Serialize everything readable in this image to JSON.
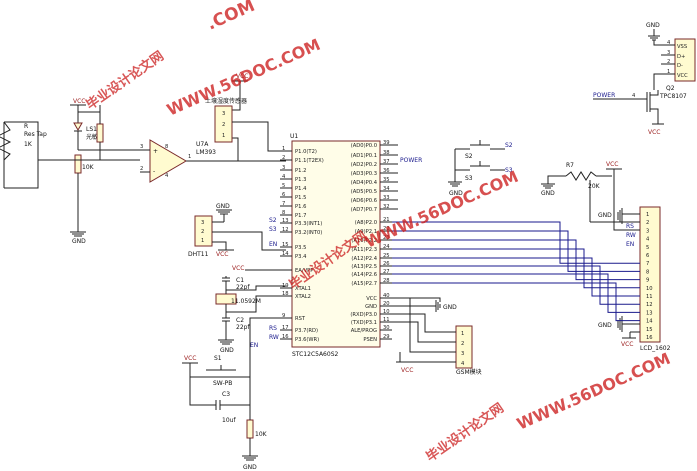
{
  "watermarks": {
    "site": "WWW.56DOC.COM",
    "cn": "毕业设计论文网",
    "top_right": ".COM",
    "top_left_cn": "毕业设计论文网"
  },
  "mcu": {
    "ref": "U1",
    "part": "STC12C5A60S2",
    "left_pins": [
      {
        "num": "1",
        "name": "P1.0(T2)"
      },
      {
        "num": "2",
        "name": "P1.1(T2EX)"
      },
      {
        "num": "3",
        "name": "P1.2"
      },
      {
        "num": "4",
        "name": "P1.3"
      },
      {
        "num": "5",
        "name": "P1.4"
      },
      {
        "num": "6",
        "name": "P1.5"
      },
      {
        "num": "7",
        "name": "P1.6"
      },
      {
        "num": "8",
        "name": "P1.7"
      },
      {
        "num": "13",
        "name": "P3.3(INT1)"
      },
      {
        "num": "12",
        "name": "P3.2(INT0)"
      },
      {
        "num": "15",
        "name": "P3.5"
      },
      {
        "num": "14",
        "name": "P3.4"
      },
      {
        "num": "",
        "name": "EA/VPP"
      },
      {
        "num": "19",
        "name": "XTAL1"
      },
      {
        "num": "18",
        "name": "XTAL2"
      },
      {
        "num": "9",
        "name": "RST"
      },
      {
        "num": "17",
        "name": "P3.7(RD)"
      },
      {
        "num": "16",
        "name": "P3.6(WR)"
      }
    ],
    "right_pins": [
      {
        "num": "39",
        "name": "(AD0)P0.0"
      },
      {
        "num": "38",
        "name": "(AD1)P0.1"
      },
      {
        "num": "37",
        "name": "(AD2)P0.2"
      },
      {
        "num": "36",
        "name": "(AD3)P0.3"
      },
      {
        "num": "35",
        "name": "(AD4)P0.4"
      },
      {
        "num": "34",
        "name": "(AD5)P0.5"
      },
      {
        "num": "33",
        "name": "(AD6)P0.6"
      },
      {
        "num": "32",
        "name": "(AD7)P0.7"
      },
      {
        "num": "21",
        "name": "(A8)P2.0"
      },
      {
        "num": "22",
        "name": "(A9)P2.1"
      },
      {
        "num": "23",
        "name": "(A10)P2.2"
      },
      {
        "num": "24",
        "name": "(A11)P2.3"
      },
      {
        "num": "25",
        "name": "(A12)P2.4"
      },
      {
        "num": "26",
        "name": "(A13)P2.5"
      },
      {
        "num": "27",
        "name": "(A14)P2.6"
      },
      {
        "num": "28",
        "name": "(A15)P2.7"
      },
      {
        "num": "40",
        "name": "VCC"
      },
      {
        "num": "20",
        "name": "GND"
      },
      {
        "num": "10",
        "name": "(RXD)P3.0"
      },
      {
        "num": "11",
        "name": "(TXD)P3.1"
      },
      {
        "num": "30",
        "name": "ALE/PROG"
      },
      {
        "num": "29",
        "name": "PSEN"
      }
    ]
  },
  "nets": {
    "vcc": "VCC",
    "gnd": "GND",
    "power": "POWER",
    "en": "EN",
    "rs": "RS",
    "rw": "RW",
    "e": "EN",
    "s2": "S2",
    "s3": "S3"
  },
  "sensor": {
    "soil_label": "土壤湿度传感器",
    "soil_pins": [
      "3",
      "2",
      "1"
    ],
    "comparator_ref": "U7A",
    "comparator_part": "LM393",
    "comp_pins": {
      "plus": "3",
      "minus": "2",
      "out": "1",
      "pwr": "8",
      "gnd": "4"
    }
  },
  "ldr": {
    "r_ref": "R",
    "r_part": "Res Tap",
    "r_val": "1K",
    "ls_ref": "LS1",
    "ls_label": "光敏",
    "r10k": "10K"
  },
  "dht": {
    "ref": "DHT11",
    "pins": [
      "3",
      "2",
      "1"
    ]
  },
  "crystal": {
    "c1_ref": "C1",
    "c1_val": "22pf",
    "c2_ref": "C2",
    "c2_val": "22pf",
    "freq": "11.0592M"
  },
  "reset": {
    "s1_ref": "S1",
    "s1_part": "SW-PB",
    "c3_ref": "C3",
    "c3_val": "10uf",
    "r_val": "10K"
  },
  "keys": {
    "s2": "S2",
    "s3": "S3"
  },
  "gsm": {
    "label": "GSM模块",
    "pins": [
      "1",
      "2",
      "3",
      "4"
    ]
  },
  "lcd": {
    "ref": "LCD_1602",
    "r7_ref": "R7",
    "r7_val": "20K",
    "pins": [
      "1",
      "2",
      "3",
      "4",
      "5",
      "6",
      "7",
      "8",
      "9",
      "10",
      "11",
      "12",
      "13",
      "14",
      "15",
      "16"
    ],
    "side_labels": {
      "rs": "RS",
      "rw": "RW",
      "en": "EN"
    }
  },
  "usb": {
    "pins": [
      "4",
      "3",
      "2",
      "1"
    ],
    "names": [
      "VSS",
      "D+",
      "D-",
      "VCC"
    ],
    "q_ref": "Q2",
    "q_part": "TPC8107",
    "q_pin": "4"
  }
}
